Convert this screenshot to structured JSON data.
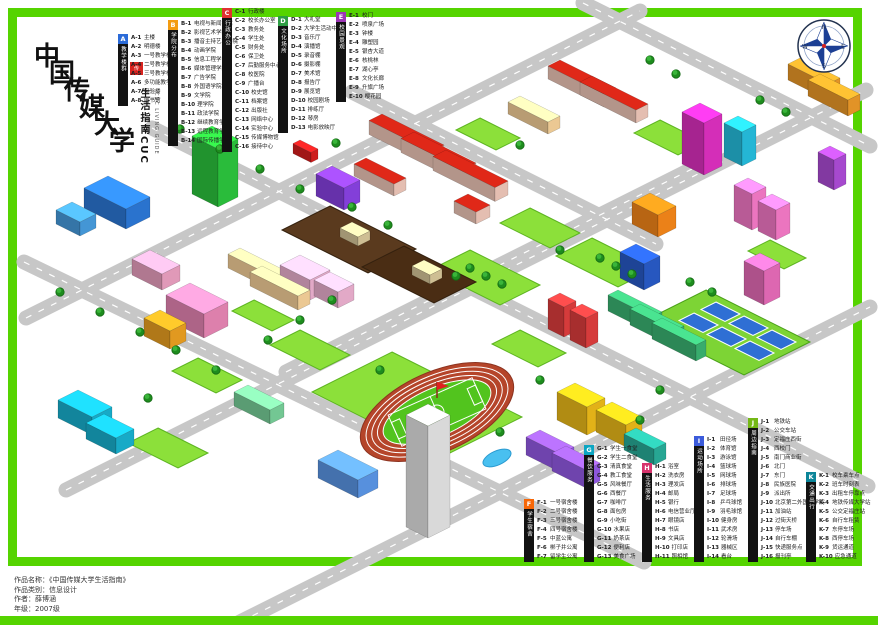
{
  "poster": {
    "frame_color": "#55d400",
    "background_color": "#ffffff",
    "legend_bar_color": "#121212"
  },
  "title": {
    "chars": [
      "中",
      "国",
      "传",
      "媒",
      "大",
      "学"
    ],
    "seal_text": "传",
    "subtitle": "生活指南CUC",
    "subtitle_en": "CUC LIVING GUIDE"
  },
  "compass": {
    "n": "N",
    "e": "E",
    "s": "S",
    "w": "W"
  },
  "legend": {
    "top": [
      {
        "letter": "A",
        "color": "#2b6bd8",
        "title": "教学楼群",
        "items": [
          {
            "code": "A-1",
            "label": "主楼"
          },
          {
            "code": "A-2",
            "label": "明德楼"
          },
          {
            "code": "A-3",
            "label": "一号教学楼"
          },
          {
            "code": "A-4",
            "label": "二号教学楼"
          },
          {
            "code": "A-5",
            "label": "三号教学楼"
          },
          {
            "code": "A-6",
            "label": "多功能教学楼"
          },
          {
            "code": "A-7",
            "label": "实验楼"
          },
          {
            "code": "A-8",
            "label": "图书馆"
          }
        ]
      },
      {
        "letter": "B",
        "color": "#f39c12",
        "title": "学院分布",
        "items": [
          {
            "code": "B-1",
            "label": "电视与新闻学院"
          },
          {
            "code": "B-2",
            "label": "影视艺术学院"
          },
          {
            "code": "B-3",
            "label": "播音主持艺术学院"
          },
          {
            "code": "B-4",
            "label": "动画学院"
          },
          {
            "code": "B-5",
            "label": "信息工程学部"
          },
          {
            "code": "B-6",
            "label": "媒体管理学院"
          },
          {
            "code": "B-7",
            "label": "广告学院"
          },
          {
            "code": "B-8",
            "label": "外国语学院"
          },
          {
            "code": "B-9",
            "label": "文学院"
          },
          {
            "code": "B-10",
            "label": "理学院"
          },
          {
            "code": "B-11",
            "label": "政法学院"
          },
          {
            "code": "B-12",
            "label": "继续教育学院"
          },
          {
            "code": "B-13",
            "label": "远程教育学院"
          },
          {
            "code": "B-14",
            "label": "国际传播学院"
          }
        ]
      },
      {
        "letter": "C",
        "color": "#e03131",
        "title": "行政办公",
        "items": [
          {
            "code": "C-1",
            "label": "行政楼"
          },
          {
            "code": "C-2",
            "label": "校长办公室"
          },
          {
            "code": "C-3",
            "label": "教务处"
          },
          {
            "code": "C-4",
            "label": "学生处"
          },
          {
            "code": "C-5",
            "label": "财务处"
          },
          {
            "code": "C-6",
            "label": "保卫处"
          },
          {
            "code": "C-7",
            "label": "后勤服务中心"
          },
          {
            "code": "C-8",
            "label": "校医院"
          },
          {
            "code": "C-9",
            "label": "广播台"
          },
          {
            "code": "C-10",
            "label": "校史馆"
          },
          {
            "code": "C-11",
            "label": "档案馆"
          },
          {
            "code": "C-12",
            "label": "出版社"
          },
          {
            "code": "C-13",
            "label": "网络中心"
          },
          {
            "code": "C-14",
            "label": "实验中心"
          },
          {
            "code": "C-15",
            "label": "传媒博物馆"
          },
          {
            "code": "C-16",
            "label": "接待中心"
          }
        ]
      },
      {
        "letter": "D",
        "color": "#2f9e44",
        "title": "文化场所",
        "items": [
          {
            "code": "D-1",
            "label": "大礼堂"
          },
          {
            "code": "D-2",
            "label": "大学生活动中心"
          },
          {
            "code": "D-3",
            "label": "音乐厅"
          },
          {
            "code": "D-4",
            "label": "演播馆"
          },
          {
            "code": "D-5",
            "label": "录音棚"
          },
          {
            "code": "D-6",
            "label": "摄影棚"
          },
          {
            "code": "D-7",
            "label": "美术馆"
          },
          {
            "code": "D-8",
            "label": "报告厅"
          },
          {
            "code": "D-9",
            "label": "展览馆"
          },
          {
            "code": "D-10",
            "label": "校园剧场"
          },
          {
            "code": "D-11",
            "label": "排练厅"
          },
          {
            "code": "D-12",
            "label": "琴房"
          },
          {
            "code": "D-13",
            "label": "电影放映厅"
          }
        ]
      },
      {
        "letter": "E",
        "color": "#9c36b5",
        "title": "校园景观",
        "items": [
          {
            "code": "E-1",
            "label": "校门"
          },
          {
            "code": "E-2",
            "label": "喷泉广场"
          },
          {
            "code": "E-3",
            "label": "钟楼"
          },
          {
            "code": "E-4",
            "label": "雕塑园"
          },
          {
            "code": "E-5",
            "label": "银杏大道"
          },
          {
            "code": "E-6",
            "label": "核桃林"
          },
          {
            "code": "E-7",
            "label": "湖心亭"
          },
          {
            "code": "E-8",
            "label": "文化长廊"
          },
          {
            "code": "E-9",
            "label": "升旗广场"
          },
          {
            "code": "E-10",
            "label": "樱花园"
          }
        ]
      }
    ],
    "bottom": [
      {
        "letter": "F",
        "color": "#f76707",
        "title": "学生宿舍",
        "items": [
          {
            "code": "F-1",
            "label": "一号宿舍楼"
          },
          {
            "code": "F-2",
            "label": "二号宿舍楼"
          },
          {
            "code": "F-3",
            "label": "三号宿舍楼"
          },
          {
            "code": "F-4",
            "label": "四号宿舍楼"
          },
          {
            "code": "F-5",
            "label": "中蓝公寓"
          },
          {
            "code": "F-6",
            "label": "梆子井公寓"
          },
          {
            "code": "F-7",
            "label": "留学生公寓"
          }
        ]
      },
      {
        "letter": "G",
        "color": "#0ca6c2",
        "title": "餐饮服务",
        "items": [
          {
            "code": "G-1",
            "label": "学生一食堂"
          },
          {
            "code": "G-2",
            "label": "学生二食堂"
          },
          {
            "code": "G-3",
            "label": "清真食堂"
          },
          {
            "code": "G-4",
            "label": "教工食堂"
          },
          {
            "code": "G-5",
            "label": "风味餐厅"
          },
          {
            "code": "G-6",
            "label": "西餐厅"
          },
          {
            "code": "G-7",
            "label": "咖啡厅"
          },
          {
            "code": "G-8",
            "label": "面包房"
          },
          {
            "code": "G-9",
            "label": "小吃街"
          },
          {
            "code": "G-10",
            "label": "水果店"
          },
          {
            "code": "G-11",
            "label": "奶茶店"
          },
          {
            "code": "G-12",
            "label": "便利店"
          },
          {
            "code": "G-13",
            "label": "美食广场"
          }
        ]
      },
      {
        "letter": "H",
        "color": "#d6336c",
        "title": "生活服务",
        "items": [
          {
            "code": "H-1",
            "label": "浴室"
          },
          {
            "code": "H-2",
            "label": "洗衣房"
          },
          {
            "code": "H-3",
            "label": "理发店"
          },
          {
            "code": "H-4",
            "label": "邮局"
          },
          {
            "code": "H-5",
            "label": "银行"
          },
          {
            "code": "H-6",
            "label": "电信营业厅"
          },
          {
            "code": "H-7",
            "label": "眼镜店"
          },
          {
            "code": "H-8",
            "label": "书店"
          },
          {
            "code": "H-9",
            "label": "文具店"
          },
          {
            "code": "H-10",
            "label": "打印店"
          },
          {
            "code": "H-11",
            "label": "照相馆"
          }
        ]
      },
      {
        "letter": "I",
        "color": "#3b5bdb",
        "title": "运动场所",
        "items": [
          {
            "code": "I-1",
            "label": "田径场"
          },
          {
            "code": "I-2",
            "label": "体育馆"
          },
          {
            "code": "I-3",
            "label": "游泳馆"
          },
          {
            "code": "I-4",
            "label": "篮球场"
          },
          {
            "code": "I-5",
            "label": "网球场"
          },
          {
            "code": "I-6",
            "label": "排球场"
          },
          {
            "code": "I-7",
            "label": "足球场"
          },
          {
            "code": "I-8",
            "label": "乒乓球馆"
          },
          {
            "code": "I-9",
            "label": "羽毛球馆"
          },
          {
            "code": "I-10",
            "label": "健身房"
          },
          {
            "code": "I-11",
            "label": "武术房"
          },
          {
            "code": "I-12",
            "label": "轮滑场"
          },
          {
            "code": "I-13",
            "label": "器械区"
          },
          {
            "code": "I-14",
            "label": "看台"
          }
        ]
      },
      {
        "letter": "J",
        "color": "#74b816",
        "title": "周边指南",
        "items": [
          {
            "code": "J-1",
            "label": "地铁站"
          },
          {
            "code": "J-2",
            "label": "公交车站"
          },
          {
            "code": "J-3",
            "label": "定福庄西街"
          },
          {
            "code": "J-4",
            "label": "西校门"
          },
          {
            "code": "J-5",
            "label": "南门商业街"
          },
          {
            "code": "J-6",
            "label": "北门"
          },
          {
            "code": "J-7",
            "label": "东门"
          },
          {
            "code": "J-8",
            "label": "民族医院"
          },
          {
            "code": "J-9",
            "label": "派出所"
          },
          {
            "code": "J-10",
            "label": "北京第二外国语学院"
          },
          {
            "code": "J-11",
            "label": "加油站"
          },
          {
            "code": "J-12",
            "label": "过街天桥"
          },
          {
            "code": "J-13",
            "label": "停车场"
          },
          {
            "code": "J-14",
            "label": "自行车棚"
          },
          {
            "code": "J-15",
            "label": "快递服务点"
          },
          {
            "code": "J-16",
            "label": "报刊亭"
          }
        ]
      },
      {
        "letter": "K",
        "color": "#0c8599",
        "title": "交通出行",
        "items": [
          {
            "code": "K-1",
            "label": "校车乘车点"
          },
          {
            "code": "K-2",
            "label": "班车时刻表"
          },
          {
            "code": "K-3",
            "label": "出租车停靠点"
          },
          {
            "code": "K-4",
            "label": "地铁传媒大学站"
          },
          {
            "code": "K-5",
            "label": "公交定福庄站"
          },
          {
            "code": "K-6",
            "label": "自行车租赁"
          },
          {
            "code": "K-7",
            "label": "东停车场"
          },
          {
            "code": "K-8",
            "label": "西停车场"
          },
          {
            "code": "K-9",
            "label": "货运通道"
          },
          {
            "code": "K-10",
            "label": "应急通道"
          }
        ]
      }
    ]
  },
  "footer": {
    "lines": [
      "作品名称：《中国传媒大学生活指南》",
      "作品类别：信息设计",
      "作者：薛博涵",
      "年级：2007级"
    ]
  }
}
